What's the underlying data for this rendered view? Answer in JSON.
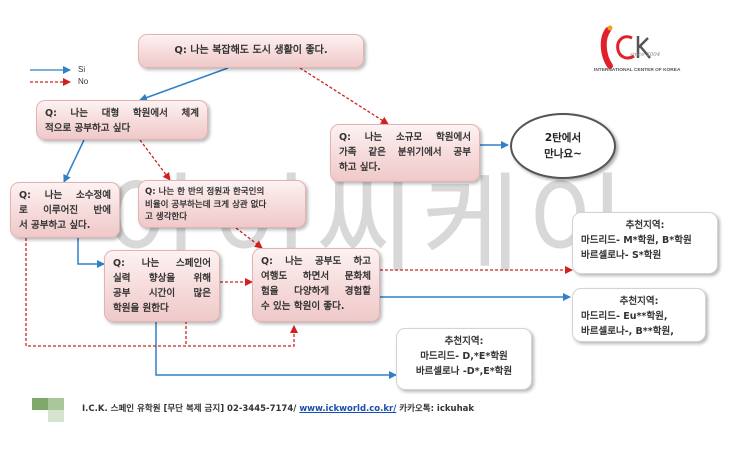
{
  "watermark": "아이씨케이",
  "legend": {
    "solid_label": "Si",
    "dashed_label": "No"
  },
  "logo": {
    "since": "since 2004",
    "tagline": "INTERNATIONAL CENTER OF KOREA"
  },
  "nodes": {
    "q_city": "Q: 나는 복잡해도 도시 생활이 좋다.",
    "q_large_academy": [
      "Q: 나는 대형 학원에서 체계",
      "적으로 공부하고 싶다"
    ],
    "q_small_academy": [
      "Q: 나는 소규모 학원에서",
      "가족 같은 분위기에서 공부",
      "하고 싶다."
    ],
    "q_small_class": [
      "Q: 나는 소수정예",
      "로 이루어진 반에",
      "서 공부하고 싶다."
    ],
    "q_class_size": [
      "Q: 나는 한 반의 정원과 한국인의",
      "비율이 공부하는데 크게 상관 없다",
      "고 생각한다"
    ],
    "q_skill": [
      "Q: 나는 스페인어",
      "실력 향상을 위해",
      "공부 시간이 많은",
      "학원을 원한다"
    ],
    "q_culture": [
      "Q: 나는 공부도 하고",
      "여행도 하면서 문화체",
      "험을 다양하게 경험할",
      "수 있는 학원이 좋다."
    ],
    "end_next": [
      "2탄에서",
      "만나요~"
    ],
    "rec1": [
      "추천지역:",
      "마드리드- M*학원, B*학원",
      "바르셀로나- S*학원"
    ],
    "rec2": [
      "추천지역:",
      "마드리드- Eu**학원,",
      "바르셀로나-, B**학원,"
    ],
    "rec3": [
      "추천지역:",
      "마드리드- D,*E*학원",
      "바르셀로나 -D*,E*학원"
    ]
  },
  "footer": {
    "text": "I.C.K. 스페인 유학원 [무단 복제 금지] 02-3445-7174/ ",
    "link": "www.ickworld.co.kr/",
    "kakao": " 카카오톡: ickuhak"
  },
  "colors": {
    "solid_arrow": "#2f80c8",
    "dashed_arrow": "#d02020",
    "box_border": "#e3b3b3"
  }
}
